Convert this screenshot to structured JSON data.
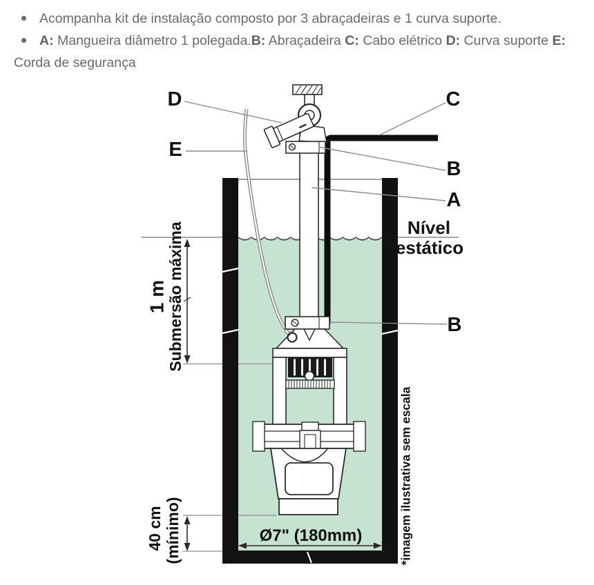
{
  "bullets": {
    "item1": "Acompanha kit de instalação composto por 3 abraçadeiras e 1 curva suporte.",
    "item2": {
      "a_label": "A:",
      "a_text": " Mangueira diâmetro 1 polegada.",
      "b_label": "B:",
      "b_text": " Abraçadeira ",
      "c_label": "C:",
      "c_text": " Cabo elétrico ",
      "d_label": "D:",
      "d_text": " Curva suporte ",
      "e_label": "E:"
    },
    "item2_wrap": "Corda de segurança"
  },
  "diagram": {
    "callouts": {
      "a": "A",
      "b_top": "B",
      "b_bottom": "B",
      "c": "C",
      "d": "D",
      "e": "E"
    },
    "static_level": {
      "line1": "Nível",
      "line2": "estático"
    },
    "submersion": {
      "value": "1 m",
      "label": "Submersão máxima"
    },
    "clearance": {
      "value": "40 cm",
      "label": "(mínimo)"
    },
    "diameter": "Ø7\" (180mm)",
    "disclaimer": "*imagem ilustrativa sem escala",
    "colors": {
      "water": "#c6e3d2",
      "casing": "#121212",
      "cable": "#0f0f0f",
      "rope": "#8f8f8f",
      "leader": "#8a8a8a",
      "text_gray": "#6a6a6a"
    }
  }
}
